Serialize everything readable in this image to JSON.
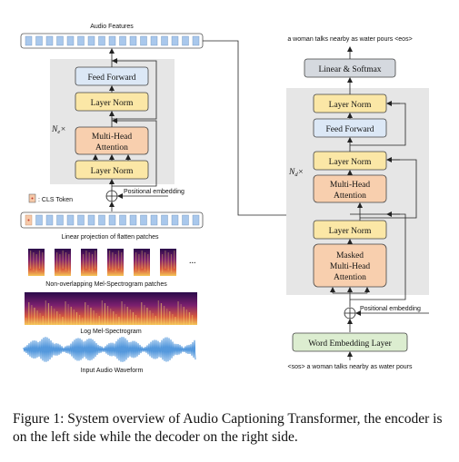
{
  "encoder": {
    "audio_features_label": "Audio Features",
    "feed_forward": "Feed Forward",
    "layer_norm_top": "Layer Norm",
    "mha_line1": "Multi-Head",
    "mha_line2": "Attention",
    "layer_norm_bottom": "Layer Norm",
    "repeat_label": "N",
    "repeat_sub": "e",
    "repeat_times": "×",
    "positional_embedding": "Positional embedding",
    "cls_legend": ": CLS Token",
    "linear_projection": "Linear projection of flatten patches",
    "patches_label": "Non-overlapping Mel-Spectrogram patches",
    "ellipsis": "...",
    "log_mel_label": "Log Mel-Spectrogram",
    "waveform_label": "Input Audio Waveform"
  },
  "decoder": {
    "output_caption": "a woman talks nearby as water pours <eos>",
    "linear_softmax": "Linear & Softmax",
    "layer_norm_top": "Layer Norm",
    "feed_forward": "Feed Forward",
    "layer_norm_mid": "Layer Norm",
    "mha_line1": "Multi-Head",
    "mha_line2": "Attention",
    "layer_norm_low": "Layer Norm",
    "masked_line1": "Masked",
    "masked_line2": "Multi-Head",
    "masked_line3": "Attention",
    "repeat_label": "N",
    "repeat_sub": "d",
    "repeat_times": "×",
    "positional_embedding": "Positional embedding",
    "word_embedding": "Word Embedding Layer",
    "input_caption": "<sos> a woman talks nearby as water pours"
  },
  "caption_text": "Figure 1: System overview of Audio Captioning Transformer, the encoder is on the left side while the decoder on the right side.",
  "colors": {
    "token_blue": "#a9c8ec",
    "token_orange": "#f6c9a9",
    "yellow_block": "#fbe7a6",
    "blue_block": "#dce8f6",
    "orange_block": "#f8cfae",
    "green_block": "#dcedd0",
    "gray_block": "#d5d9df",
    "bg_gray": "#e6e6e6",
    "wave_blue": "#2a7fd4"
  }
}
